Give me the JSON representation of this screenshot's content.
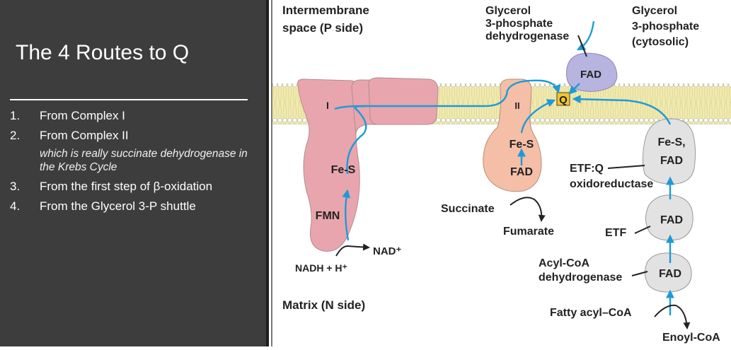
{
  "title": "The 4 Routes to Q",
  "routes": [
    {
      "num": "1.",
      "text": "From Complex I",
      "note": ""
    },
    {
      "num": "2.",
      "text": "From Complex II",
      "note": "which is really succinate dehydrogenase in the Krebs Cycle"
    },
    {
      "num": "3.",
      "text": "From the first step of β-oxidation",
      "note": ""
    },
    {
      "num": "4.",
      "text": "From the Glycerol 3-P shuttle",
      "note": ""
    }
  ],
  "diagram": {
    "intermembrane_1": "Intermembrane",
    "intermembrane_2": "space (P side)",
    "matrix": "Matrix (N side)",
    "g3p_dh_1": "Glycerol",
    "g3p_dh_2": "3-phosphate",
    "g3p_dh_3": "dehydrogenase",
    "g3p_1": "Glycerol",
    "g3p_2": "3-phosphate",
    "g3p_3": "(cytosolic)",
    "fad": "FAD",
    "q": "Q",
    "complex1": "I",
    "complex2": "II",
    "fes": "Fe-S",
    "fmn": "FMN",
    "nadh": "NADH + H⁺",
    "nad": "NAD⁺",
    "succinate": "Succinate",
    "fumarate": "Fumarate",
    "fes_fad_1": "Fe-S,",
    "fes_fad_2": "FAD",
    "etfq_1": "ETF:Q",
    "etfq_2": "oxidoreductase",
    "etf": "ETF",
    "acyl_dh_1": "Acyl-CoA",
    "acyl_dh_2": "dehydrogenase",
    "fatty_acyl": "Fatty acyl–CoA",
    "enoyl": "Enoyl-CoA"
  },
  "colors": {
    "complex1": "#e9a5ad",
    "complex2": "#f4bfa6",
    "g3pdh": "#b7b4e0",
    "etf": "#e2e2e2",
    "q": "#f4c430",
    "arrow": "#1f9ad6",
    "membrane": "#f2eaac"
  }
}
